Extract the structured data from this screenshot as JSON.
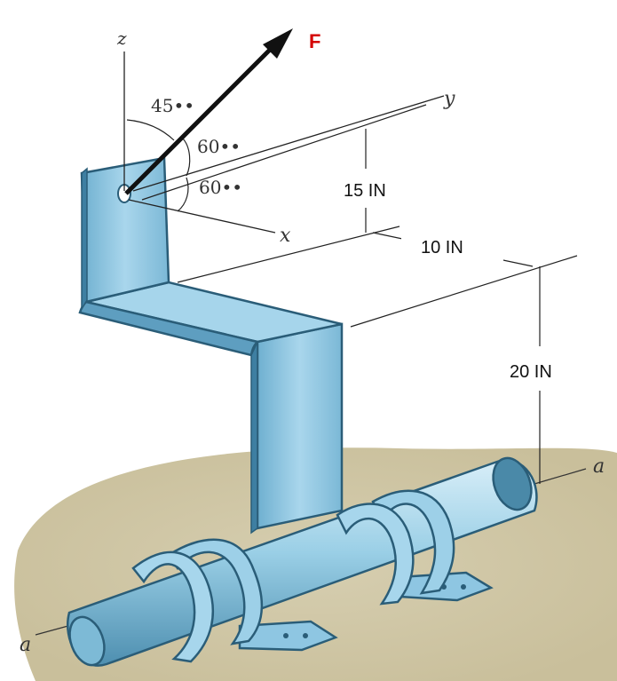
{
  "colors": {
    "ground": "#cfc6a4",
    "bracket": "#8ec6e2",
    "bracket_dark": "#2a5d78",
    "pipe": "#9acfe6",
    "force": "#d40000"
  },
  "force": {
    "label": "F"
  },
  "axes": {
    "x": "x",
    "y": "y",
    "z": "z"
  },
  "angles": {
    "alpha": "45••",
    "beta": "60••",
    "gamma": "60••"
  },
  "dimensions": {
    "d1": "15 IN",
    "d2": "10 IN",
    "d3": "20 IN"
  },
  "pipe_axis": {
    "left": "a",
    "right": "a"
  }
}
